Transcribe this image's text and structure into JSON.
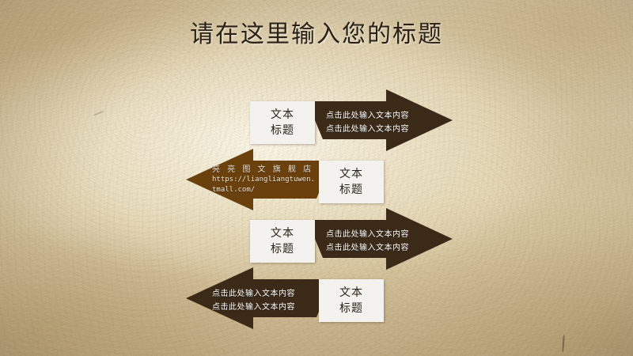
{
  "slide": {
    "title": "请在这里输入您的标题",
    "background_color": "#d6c49c",
    "accent_dark": "#3b2a18",
    "accent_brown": "#6a400c",
    "box_color": "#f4f2ee"
  },
  "watermark": {
    "shop": "亮 亮 图 文 旗 舰 店",
    "url_line1": "https://liangliangtuwen.",
    "url_line2": "tmall.com/"
  },
  "rows": [
    {
      "direction": "right",
      "label_line1": "文本",
      "label_line2": "标题",
      "body_line1": "点击此处输入文本内容",
      "body_line2": "点击此处输入文本内容"
    },
    {
      "direction": "left",
      "label_line1": "文本",
      "label_line2": "标题",
      "body_line1": "亮 亮 图 文 旗 舰 店",
      "body_line2": "https://liangliangtuwen.",
      "body_line3": "tmall.com/"
    },
    {
      "direction": "right",
      "label_line1": "文本",
      "label_line2": "标题",
      "body_line1": "点击此处输入文本内容",
      "body_line2": "点击此处输入文本内容"
    },
    {
      "direction": "left",
      "label_line1": "文本",
      "label_line2": "标题",
      "body_line1": "点击此处输入文本内容",
      "body_line2": "点击此处输入文本内容"
    }
  ]
}
